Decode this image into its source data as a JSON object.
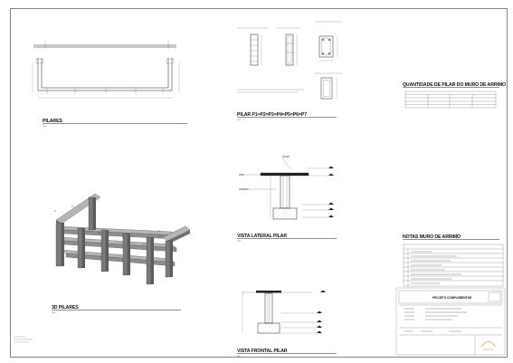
{
  "titles": {
    "pilares": "PILARES",
    "pilar_section": "PILAR P1=P2=P3=P4=P5=P6=P7",
    "quantidade": "QUANTIDADE DE PILAR DO MURO DE ARRIMO",
    "vista_lateral": "VISTA LATERAL PILAR",
    "notas": "NOTAS MURO DE ARRIMO",
    "pilares_3d": "3D PILARES",
    "vista_frontal": "VISTA FRONTAL PILAR"
  },
  "labels": {
    "pilar": "PILAR",
    "piso": "PISO",
    "aterro": "ATERRO"
  },
  "pillar_tags": [
    "P1",
    "P2",
    "P3",
    "P4",
    "P5",
    "P6",
    "P7"
  ],
  "title_block": {
    "project": "PROJETO COMPLEMENTAR"
  },
  "colors": {
    "line": "#222222",
    "hatch": "#888888",
    "beam_top": "#b5b5b5",
    "beam_side": "#6e6e6e",
    "beam_front": "#8f8f8f"
  }
}
